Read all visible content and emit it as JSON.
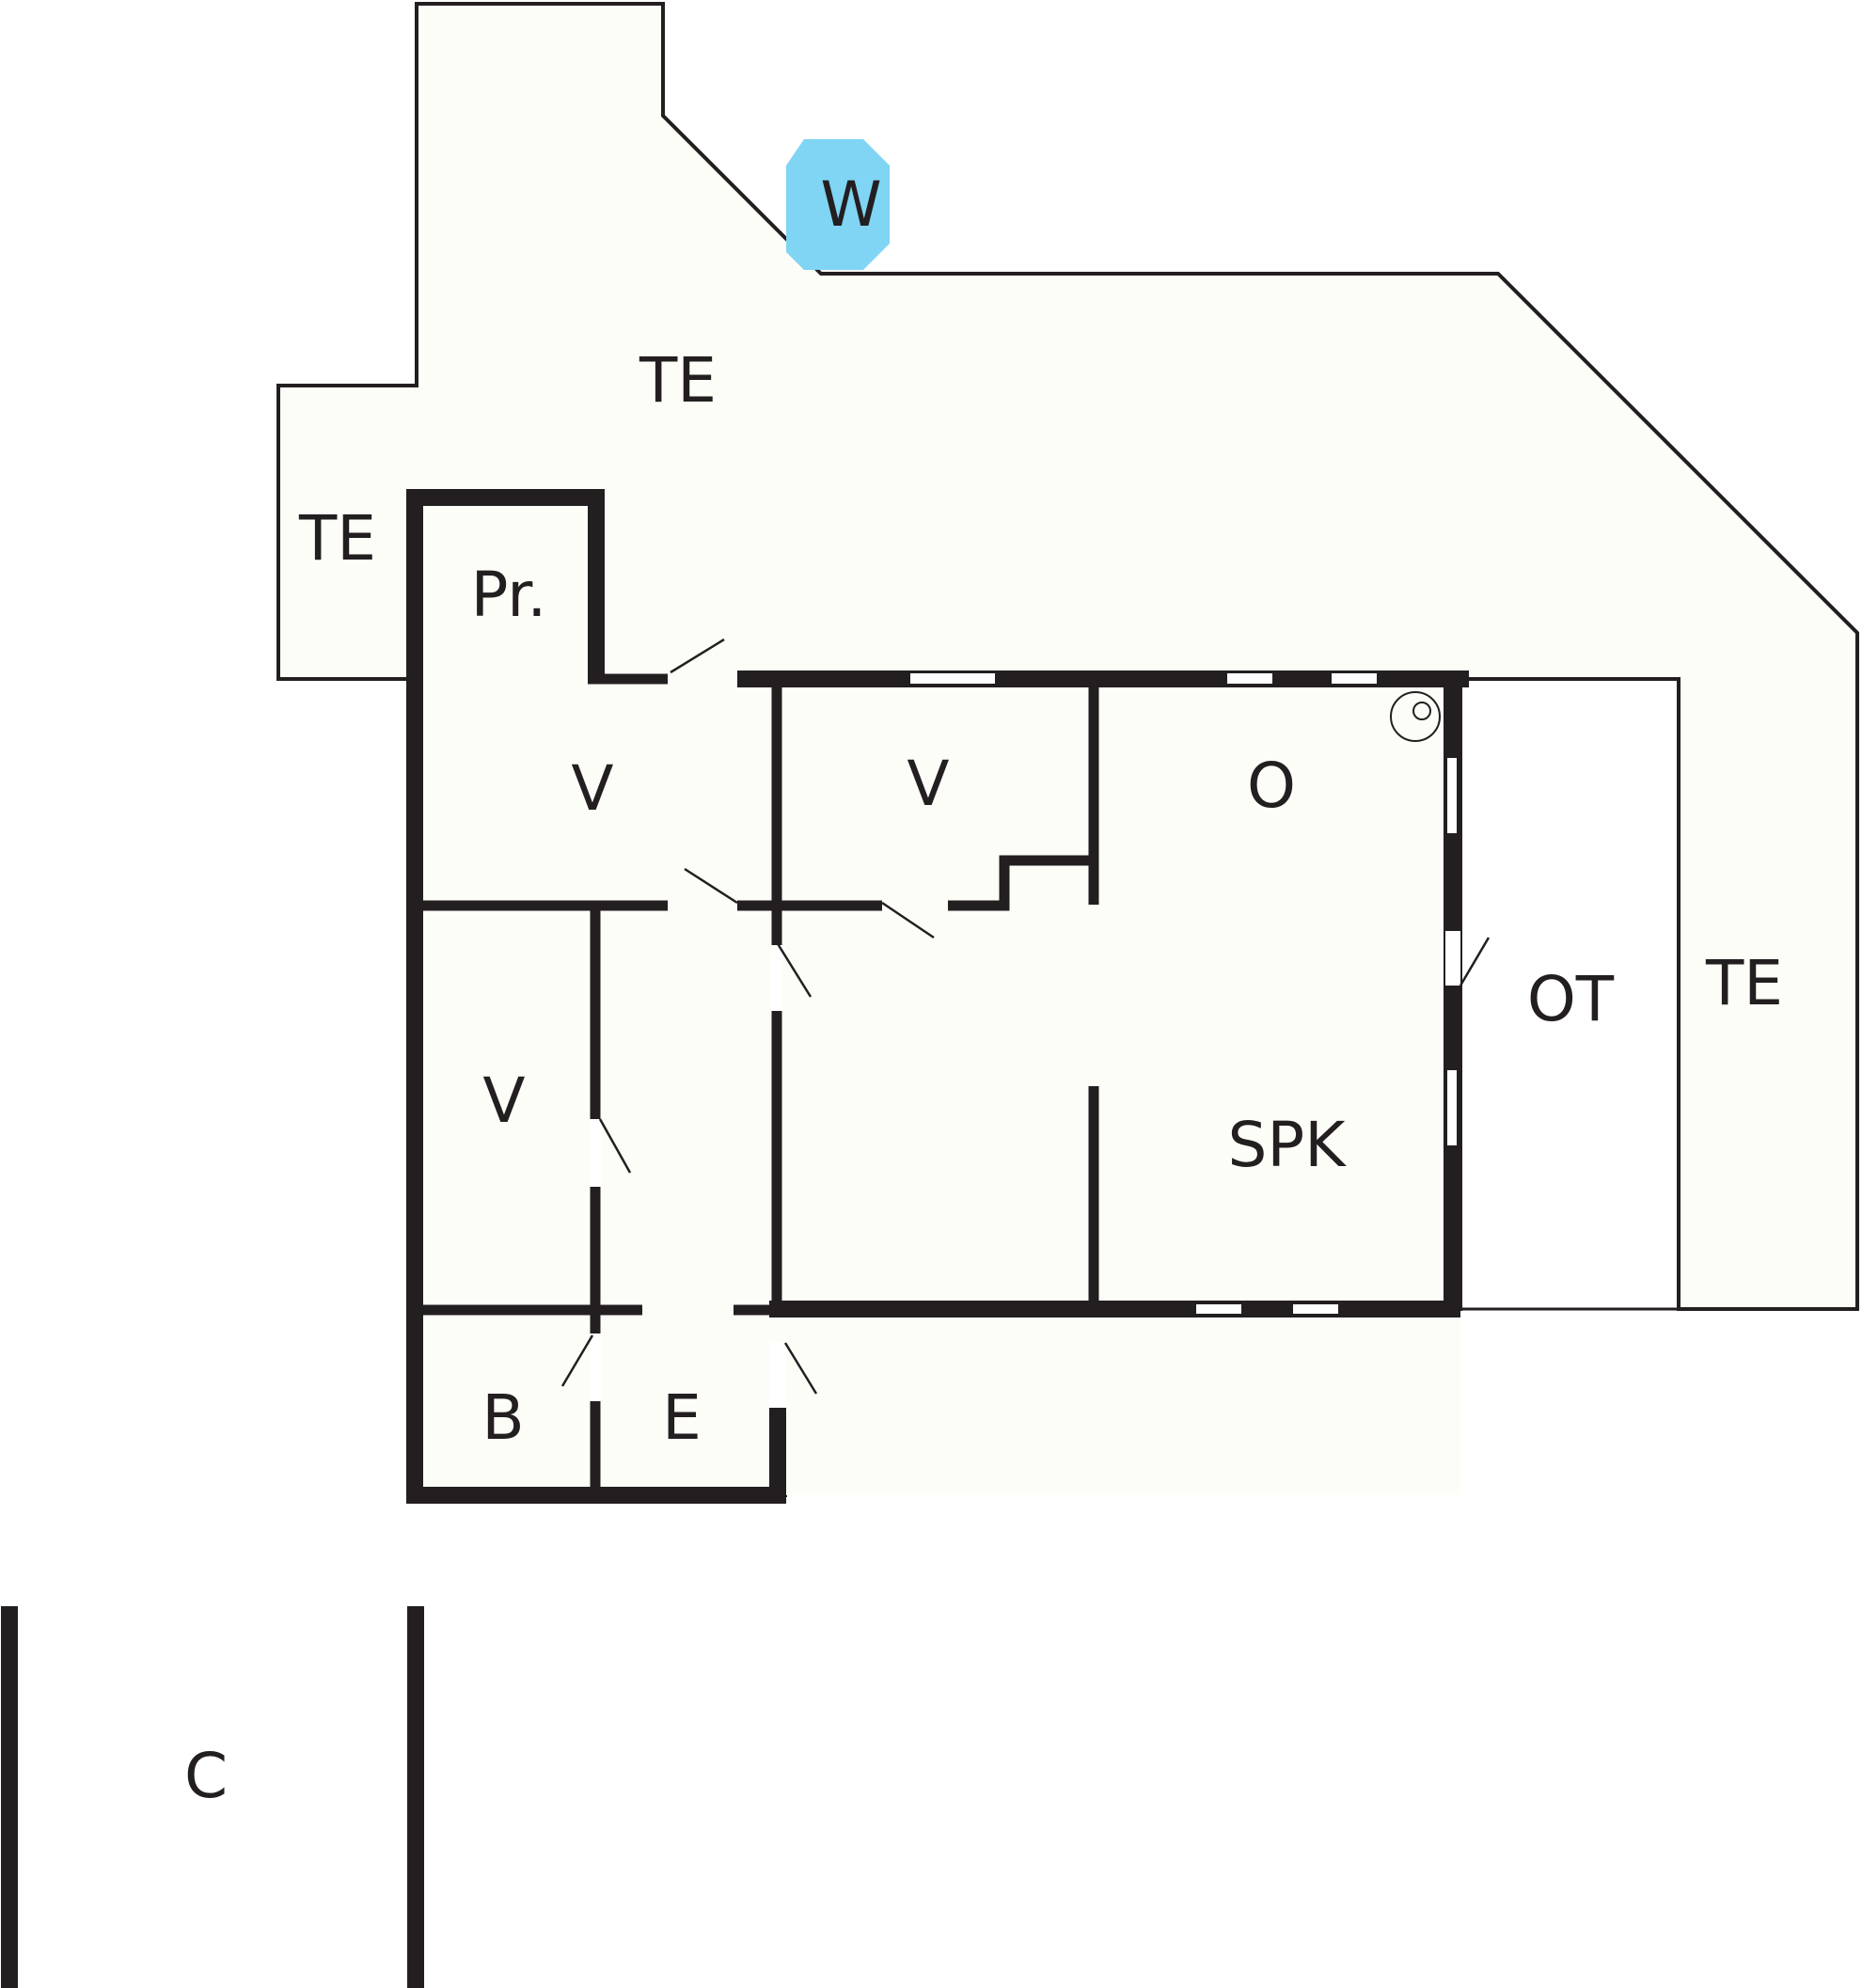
{
  "plan": {
    "colors": {
      "floor": "#fdfdf8",
      "wall": "#231f20",
      "wc_marker": "#80d4f4",
      "background": "#ffffff"
    },
    "rooms": {
      "terrace_main": "TE",
      "terrace_left": "TE",
      "terrace_right": "TE",
      "pantry": "Pr.",
      "hall_upper_left": "V",
      "hall_upper_mid": "V",
      "hall_lower_left": "V",
      "living_room": "O",
      "dining_kitchen": "SPK",
      "covered_terrace": "OT",
      "bathroom": "B",
      "entrance": "E",
      "carport": "C"
    },
    "wc_marker_label": "W"
  }
}
